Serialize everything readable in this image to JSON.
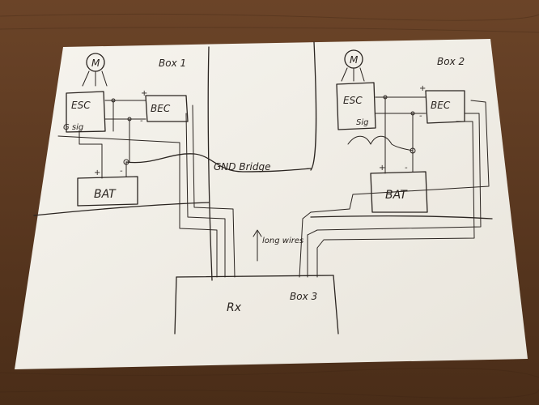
{
  "diagram": {
    "box1_label": "Box 1",
    "box2_label": "Box 2",
    "box3_label": "Box 3",
    "motor_symbol": "M",
    "esc1_label": "ESC",
    "esc1_pin_label": "G sig",
    "bec1_label": "BEC",
    "bat1_label": "BAT",
    "esc2_label": "ESC",
    "esc2_pin_label": "Sig",
    "bec2_label": "BEC",
    "bat2_label": "BAT",
    "gnd_bridge_label": "GND Bridge",
    "long_wires_label": "long wires",
    "rx_label": "Rx",
    "plus": "+",
    "minus": "-"
  },
  "colors": {
    "table": "#5a3a22",
    "paper": "#f4f1ea",
    "ink": "#2a2420"
  }
}
